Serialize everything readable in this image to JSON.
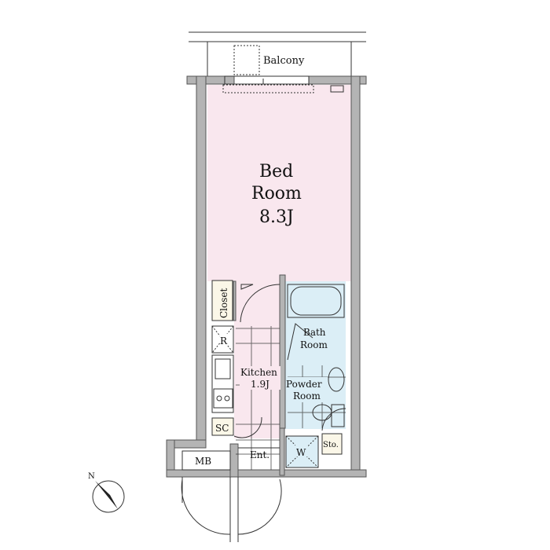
{
  "plan": {
    "balcony": "Balcony",
    "bedroom": {
      "line1": "Bed",
      "line2": "Room",
      "size": "8.3J"
    },
    "closet": "Closet",
    "refrigerator": "R",
    "kitchen": {
      "label": "Kitchen",
      "size": "1.9J"
    },
    "bathroom": {
      "line1": "Bath",
      "line2": "Room"
    },
    "powder_room": {
      "line1": "Powder",
      "line2": "Room"
    },
    "shoe_closet": "SC",
    "entrance": "Ent.",
    "washer": "W",
    "storage": "Sto.",
    "meter_box": "MB",
    "north": "N"
  },
  "colors": {
    "bedroom": "#f9e7ee",
    "wet_area": "#dbeef6",
    "wall": "#b4b4b4"
  }
}
